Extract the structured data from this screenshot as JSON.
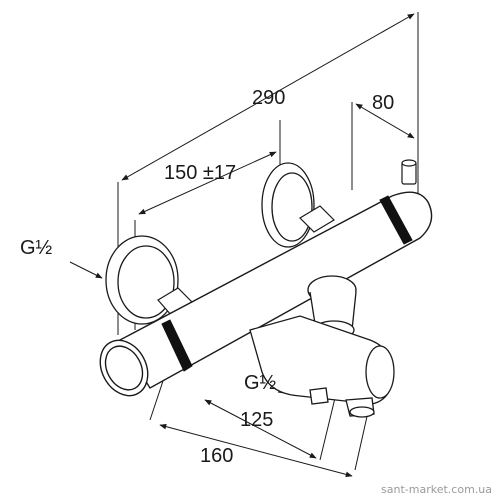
{
  "dimensions": {
    "overall_width": "290",
    "outlet_offset": "80",
    "center_distance": "150 ±17",
    "inlet_thread": "G½",
    "spout_thread": "G½",
    "spout_offset_inner": "125",
    "spout_offset_outer": "160"
  },
  "watermark": "sant-market.com.ua",
  "colors": {
    "line": "#1a1a1a",
    "text": "#1a1a1a",
    "ring": "#111111",
    "watermark": "#9a9a9a"
  }
}
